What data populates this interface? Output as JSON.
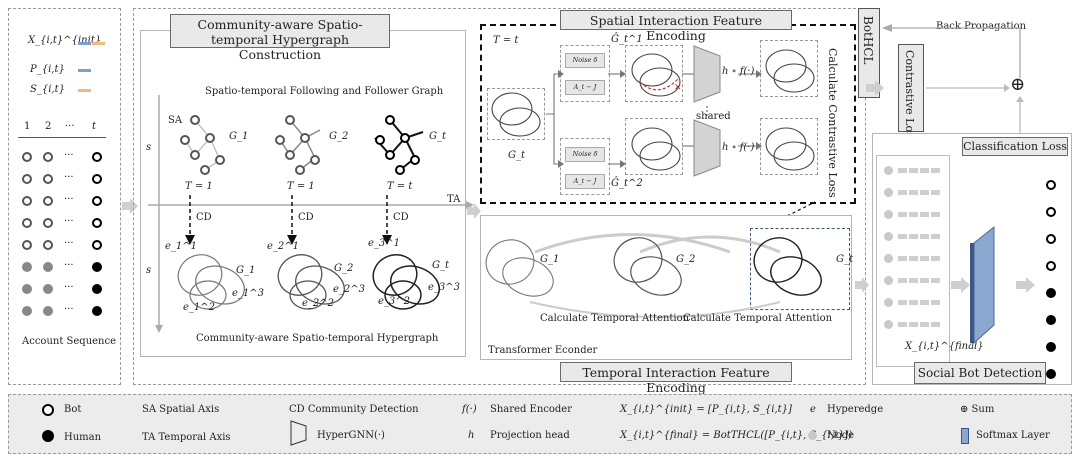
{
  "account_panel": {
    "x_init": "X_{i,t}^{init}",
    "p": "P_{i,t}",
    "s": "S_{i,t}",
    "steps": [
      "1",
      "2",
      "···",
      "t"
    ],
    "dots": "···",
    "label": "Account Sequence",
    "colors": {
      "x_init_a": "#7b9fd3",
      "x_init_b": "#f2b880",
      "p": "#7b9fd3",
      "s": "#f2b880"
    }
  },
  "construction": {
    "title": "Community-aware Spatio-temporal Hypergraph Construction",
    "graph_title": "Spatio-temporal Following and Follower Graph",
    "sa": "SA",
    "s_axis": "s",
    "ta": "TA",
    "graphs": [
      "G_1",
      "G_2",
      "G_t"
    ],
    "times": [
      "T = 1",
      "T = 1",
      "T = t"
    ],
    "cd": "CD",
    "hyperedges": [
      "e_1^1",
      "e_1^2",
      "e_1^3",
      "e_2^1",
      "e_2^2",
      "e_2^3",
      "e_3^1",
      "e_3^2",
      "e_3^3"
    ],
    "hyper_graphs": [
      "G_1",
      "G_2",
      "G_t"
    ],
    "caption": "Community-aware Spatio-temporal Hypergraph"
  },
  "spatial": {
    "title": "Spatial Interaction Feature Encoding",
    "time": "T = t",
    "g_hat_1": "Ĝ_t^1",
    "g_hat_2": "Ĝ_t^2",
    "g_t": "G_t",
    "noise": "Noise δ",
    "a": "A_t − J",
    "proj": "h ∘ f(·)",
    "shared": "shared",
    "contrastive": "Calculate Contrastive Loss"
  },
  "temporal": {
    "title": "Temporal Interaction Feature Encoding",
    "graphs": [
      "G_1",
      "G_2",
      "G_t"
    ],
    "attn": [
      "Calculate Temporal Attention",
      "Calculate Temporal Attention"
    ],
    "encoder": "Transformer Econder"
  },
  "right": {
    "botthcl": "BotHCL",
    "back_prop": "Back Propagation",
    "contrastive_loss": "Contrastive Loss",
    "classification_loss": "Classification Loss",
    "x_final": "X_{i,t}^{final}",
    "social": "Social Bot Detection",
    "sum": "⊕"
  },
  "legend": {
    "bot": "Bot",
    "human": "Human",
    "sa": "SA  Spatial Axis",
    "ta": "TA  Temporal Axis",
    "cd": "CD  Community Detection",
    "hypergnn": "HyperGNN(·)",
    "f": "f(·)",
    "f_label": "Shared Encoder",
    "h": "h",
    "h_label": "Projection head",
    "x_init_eq": "X_{i,t}^{init} = [P_{i,t}, S_{i,t}]",
    "x_final_eq": "X_{i,t}^{final} = BotTHCL([P_{i,t}, S_{i,t}])",
    "e": "e",
    "e_label": "Hyperedge",
    "node_label": "Node",
    "sum": "⊕  Sum",
    "softmax": "Softmax Layer"
  }
}
